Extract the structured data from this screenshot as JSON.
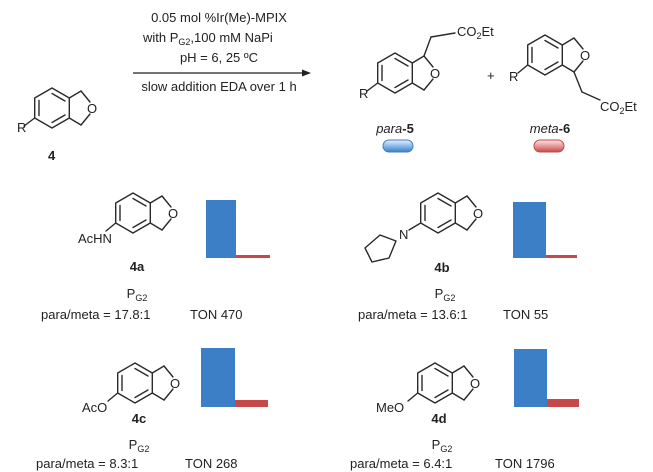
{
  "scheme": {
    "start_label": "4",
    "conditions": [
      "0.05 mol %Ir(Me)-MPIX",
      "with P",
      "G2",
      ",100 mM NaPi",
      "pH = 6, 25 ºC",
      "slow addition EDA over 1 h"
    ],
    "plus": "+",
    "product_para": {
      "name": "para",
      "num": "-5"
    },
    "product_meta": {
      "name": "meta",
      "num": "-6"
    },
    "ester": "CO",
    "ester_sub": "2",
    "ester_tail": "Et",
    "r_label": "R",
    "o_label": "O"
  },
  "legend": {
    "para_color": "#3d7fc7",
    "meta_color": "#c64848"
  },
  "entries": [
    {
      "id": "4a",
      "substituent": "AcHN",
      "catalyst": "P",
      "catalyst_sub": "G2",
      "ratio_text": "para/meta = 17.8:1",
      "ton_text": "TON 470",
      "para_meta_ratio": 17.8,
      "ton": 470
    },
    {
      "id": "4b",
      "substituent": "N",
      "catalyst": "P",
      "catalyst_sub": "G2",
      "ratio_text": "para/meta = 13.6:1",
      "ton_text": "TON 55",
      "para_meta_ratio": 13.6,
      "ton": 55
    },
    {
      "id": "4c",
      "substituent": "AcO",
      "catalyst": "P",
      "catalyst_sub": "G2",
      "ratio_text": "para/meta = 8.3:1",
      "ton_text": "TON 268",
      "para_meta_ratio": 8.3,
      "ton": 268
    },
    {
      "id": "4d",
      "substituent": "MeO",
      "catalyst": "P",
      "catalyst_sub": "G2",
      "ratio_text": "para/meta = 6.4:1",
      "ton_text": "TON 1796",
      "para_meta_ratio": 6.4,
      "ton": 1796
    }
  ]
}
